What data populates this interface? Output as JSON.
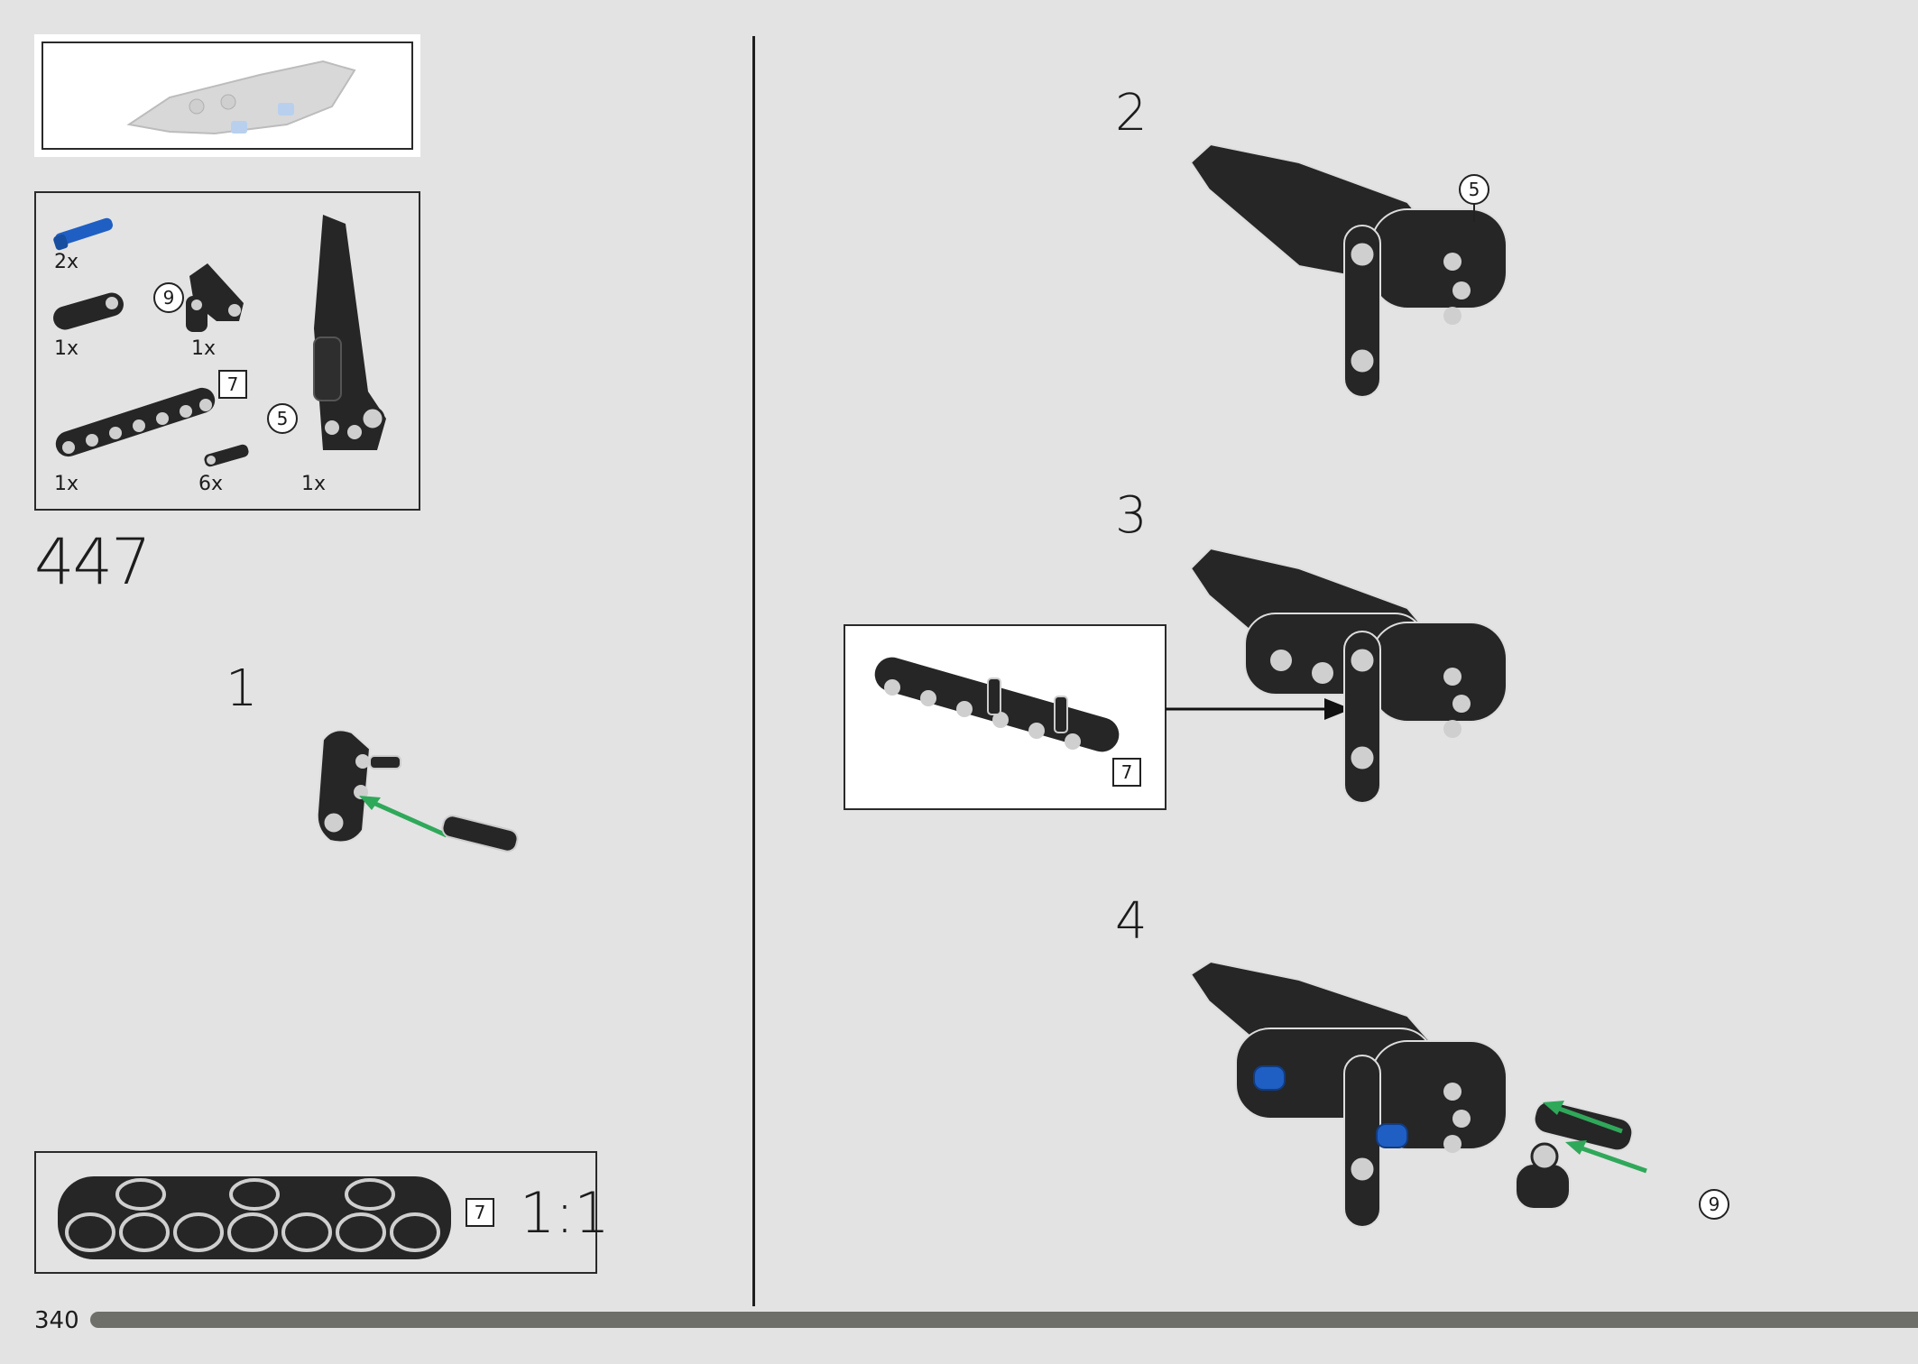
{
  "page": {
    "page_number": "340",
    "build_number": "447",
    "scale_label": "1:1"
  },
  "parts_list": {
    "items": [
      {
        "qty": "2x",
        "icon": "blue-pin-icon"
      },
      {
        "qty": "1x",
        "icon": "short-beam-icon"
      },
      {
        "qty": "1x",
        "icon": "angled-connector-icon",
        "callout": "9"
      },
      {
        "qty": "1x",
        "icon": "beam-7-icon",
        "callout": "7"
      },
      {
        "qty": "6x",
        "icon": "black-pin-icon"
      },
      {
        "qty": "1x",
        "icon": "panel-icon",
        "callout": "5"
      }
    ]
  },
  "steps": [
    {
      "number": "1"
    },
    {
      "number": "2",
      "callout": "5"
    },
    {
      "number": "3",
      "callout": "7"
    },
    {
      "number": "4",
      "callout": "9"
    }
  ],
  "scale_box": {
    "callout": "7"
  },
  "colors": {
    "background": "#e3e3e3",
    "part_black": "#262626",
    "part_blue": "#1f5fc4",
    "arrow_green": "#2fa85a",
    "progress_bar": "#6f6f69"
  }
}
